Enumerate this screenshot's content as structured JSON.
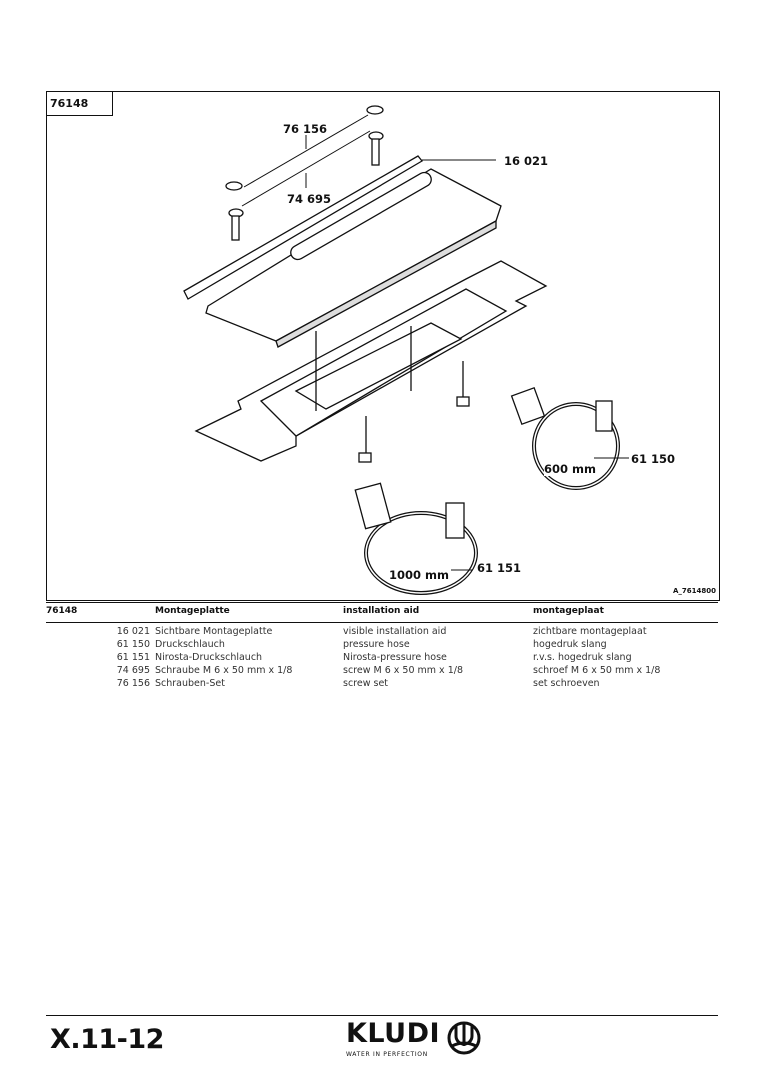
{
  "article_number": "76148",
  "drawing_ref": "A_7614800",
  "callouts": {
    "screw_set": "76 156",
    "screw": "74 695",
    "plate": "16 021",
    "hose_600": "61 150",
    "hose_600_length": "600 mm",
    "hose_1000": "61 151",
    "hose_1000_length": "1000 mm"
  },
  "table": {
    "header": {
      "number": "76148",
      "de": "Montageplatte",
      "en": "installation aid",
      "nl": "montageplaat"
    },
    "rows": [
      {
        "number": "16 021",
        "de": "Sichtbare Montageplatte",
        "en": "visible installation aid",
        "nl": "zichtbare montageplaat"
      },
      {
        "number": "61 150",
        "de": "Druckschlauch",
        "en": "pressure hose",
        "nl": "hogedruk slang"
      },
      {
        "number": "61 151",
        "de": "Nirosta-Druckschlauch",
        "en": "Nirosta-pressure hose",
        "nl": "r.v.s. hogedruk slang"
      },
      {
        "number": "74 695",
        "de": "Schraube M 6 x 50 mm x 1/8",
        "en": "screw M 6 x 50 mm x 1/8",
        "nl": "schroef M 6 x 50 mm x 1/8"
      },
      {
        "number": "76 156",
        "de": "Schrauben-Set",
        "en": "screw set",
        "nl": "set schroeven"
      }
    ]
  },
  "footer": {
    "page": "X.11-12",
    "brand": "KLUDI",
    "tagline": "WATER IN PERFECTION"
  }
}
